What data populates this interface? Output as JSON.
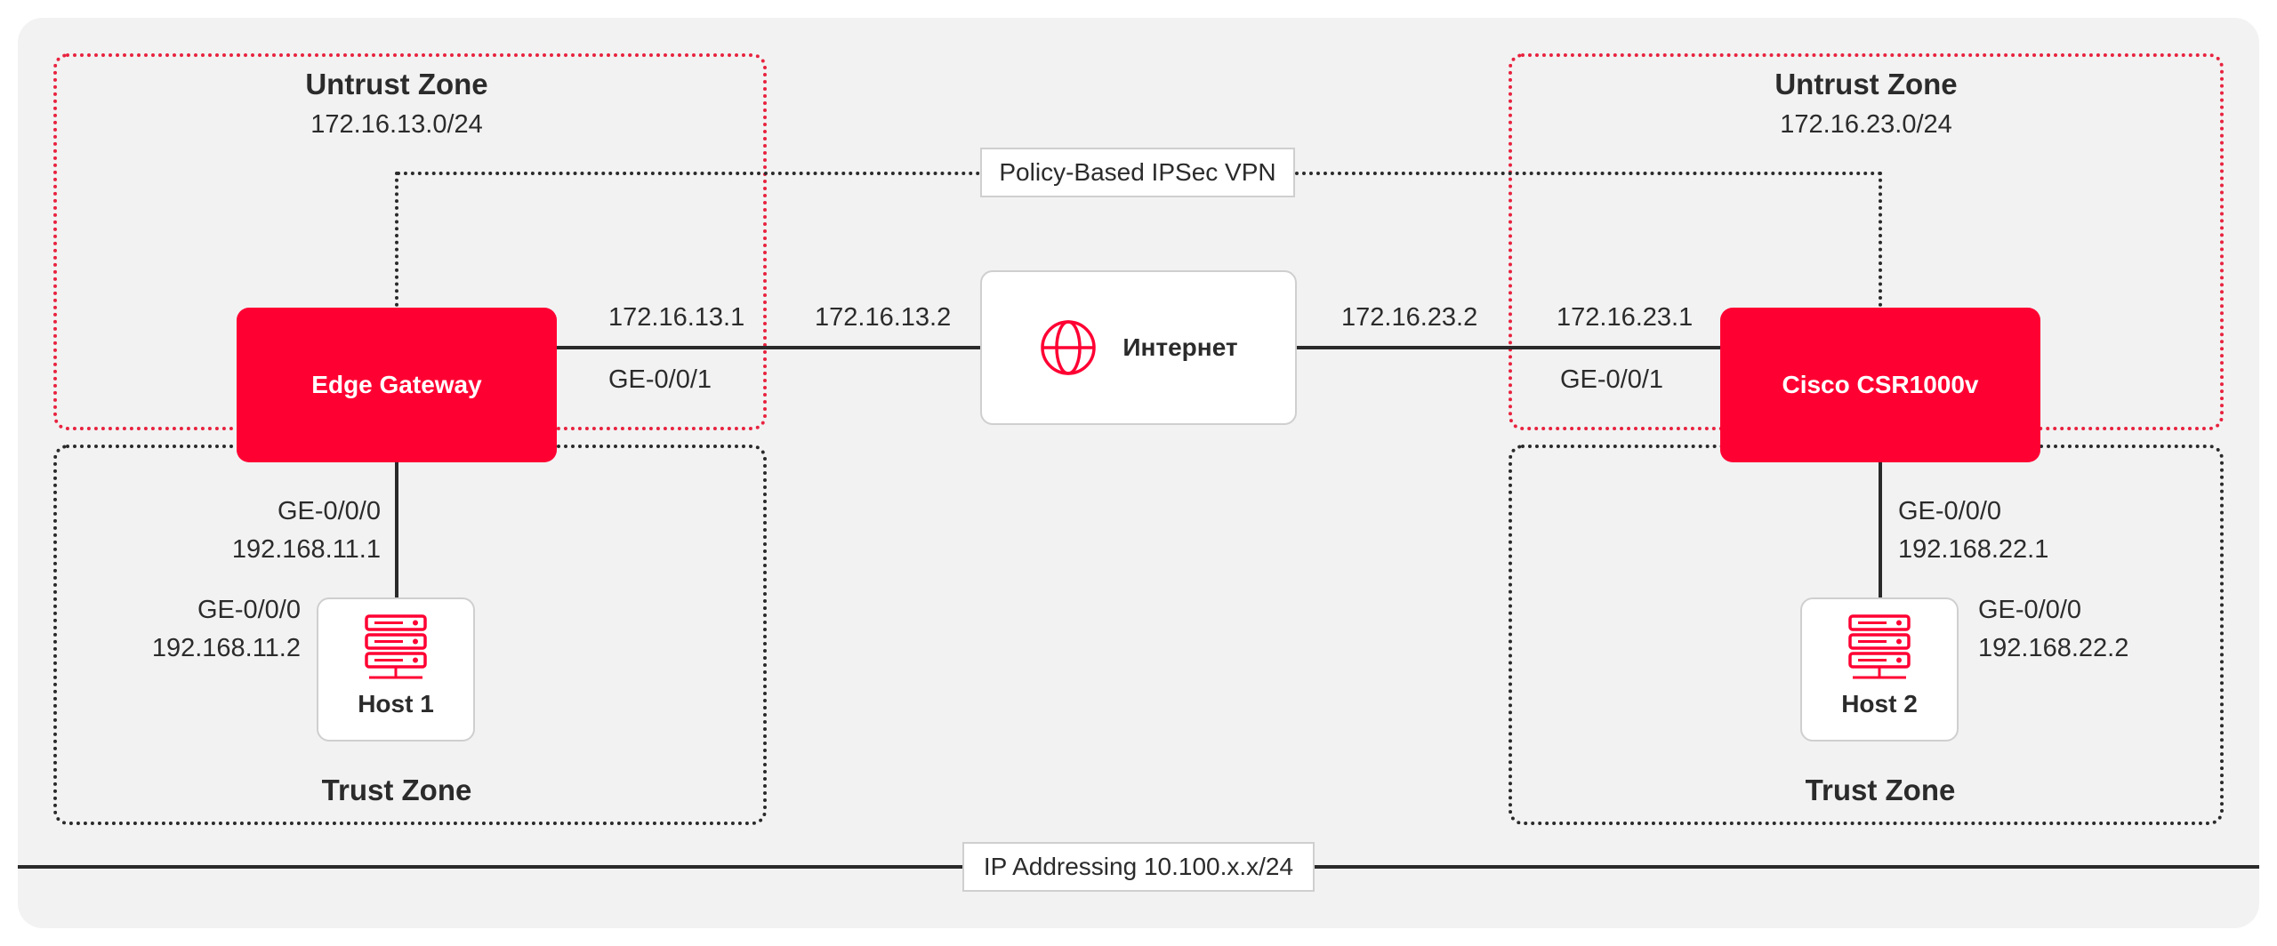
{
  "zones": {
    "left_untrust": {
      "title": "Untrust Zone",
      "subnet": "172.16.13.0/24"
    },
    "right_untrust": {
      "title": "Untrust Zone",
      "subnet": "172.16.23.0/24"
    },
    "left_trust": {
      "title": "Trust Zone"
    },
    "right_trust": {
      "title": "Trust Zone"
    }
  },
  "vpn": {
    "label": "Policy-Based IPSec VPN"
  },
  "devices": {
    "left_router": {
      "name": "Edge Gateway"
    },
    "right_router": {
      "name": "Cisco CSR1000v"
    },
    "internet": {
      "name": "Интернет"
    },
    "host1": {
      "name": "Host 1"
    },
    "host2": {
      "name": "Host 2"
    }
  },
  "links": {
    "left_wan": {
      "router_ip": "172.16.13.1",
      "router_if": "GE-0/0/1",
      "peer_ip": "172.16.13.2"
    },
    "right_wan": {
      "router_ip": "172.16.23.1",
      "router_if": "GE-0/0/1",
      "peer_ip": "172.16.23.2"
    },
    "left_lan": {
      "router_if": "GE-0/0/0",
      "router_ip": "192.168.11.1",
      "host_if": "GE-0/0/0",
      "host_ip": "192.168.11.2"
    },
    "right_lan": {
      "router_if": "GE-0/0/0",
      "router_ip": "192.168.22.1",
      "host_if": "GE-0/0/0",
      "host_ip": "192.168.22.2"
    }
  },
  "footer": {
    "label": "IP Addressing 10.100.x.x/24"
  },
  "colors": {
    "accent": "#ff0033",
    "zone_untrust": "#e8233f",
    "zone_trust": "#2a2a2a",
    "panel": "#f2f2f2"
  },
  "icons": {
    "internet": "globe-icon",
    "host": "server-icon"
  }
}
